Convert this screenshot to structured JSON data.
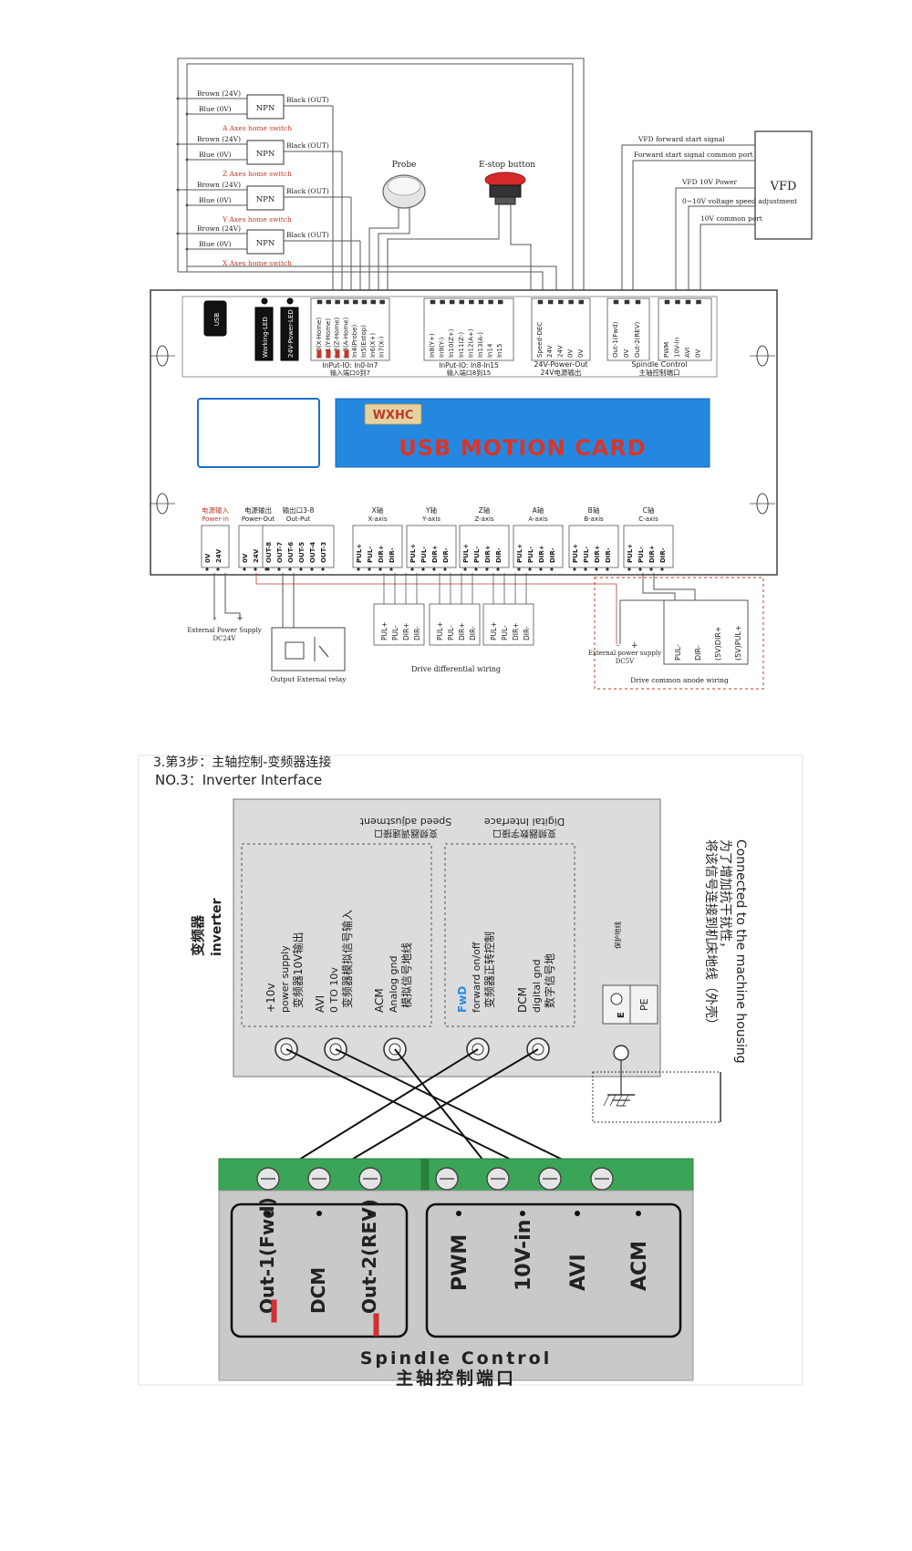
{
  "wiring_diagram": {
    "home_switches": [
      {
        "brown": "Brown (24V)",
        "blue": "Blue (0V)",
        "npn": "NPN",
        "black": "Black (OUT)",
        "label": "A Axes home switch"
      },
      {
        "brown": "Brown (24V)",
        "blue": "Blue (0V)",
        "npn": "NPN",
        "black": "Black (OUT)",
        "label": "Z Axes home switch"
      },
      {
        "brown": "Brown (24V)",
        "blue": "Blue (0V)",
        "npn": "NPN",
        "black": "Black (OUT)",
        "label": "Y Axes home switch"
      },
      {
        "brown": "Brown (24V)",
        "blue": "Blue (0V)",
        "npn": "NPN",
        "black": "Black (OUT)",
        "label": "X Axes home switch"
      }
    ],
    "probe_label": "Probe",
    "estop_label": "E-stop button",
    "vfd": {
      "box_label": "VFD",
      "fwd_signal": "VFD forward start signal",
      "fwd_common": "Forward start signal common port",
      "power_10v": "VFD 10V Power",
      "voltage_adj": "0~10V voltage speed adjustment",
      "common_port": "10V common port"
    },
    "card": {
      "usb": "USB",
      "working_led": "Working-LED",
      "power_led": "24V-Power-LED",
      "input_pins_1": [
        "In0(X-Home)",
        "In1(Y-Home)",
        "In2(Z-Home)",
        "In3(A-Home)",
        "In4(Probe)",
        "In5(Estop)",
        "In6(X+)",
        "In7(X-)"
      ],
      "input_block_1_label": "InPut-IO: In0-In7",
      "input_block_1_cn": "输入端口0到7",
      "input_pins_2": [
        "In8(Y+)",
        "In9(Y-)",
        "In10(Z+)",
        "In11(Z-)",
        "In12(A+)",
        "In13(A-)",
        "In14",
        "In15"
      ],
      "input_block_2_label": "InPut-IO: In8-In15",
      "input_block_2_cn": "输入端口8到15",
      "power_out_pins": [
        "Speed-DEC",
        "24V",
        "24V",
        "0V",
        "0V"
      ],
      "power_out_label": "24V-Power-Out",
      "power_out_cn": "24V电源输出",
      "spindle_pins_1": [
        "Out-1(Fwd)",
        "0V",
        "Out-2(REV)"
      ],
      "spindle_pins_2": [
        "PWM",
        "10V-in",
        "AVI",
        "0V"
      ],
      "spindle_label": "Spindle Control",
      "spindle_cn": "主轴控制端口",
      "brand": "WXHC",
      "banner": "USB MOTION CARD",
      "bottom_groups": [
        {
          "cn": "电源输入",
          "en": "Power-in",
          "pins": [
            "0V",
            "24V"
          ]
        },
        {
          "cn": "电源输出",
          "en": "Power-Out",
          "pins": [
            "0V",
            "24V",
            "24V"
          ]
        },
        {
          "cn": "输出口3-8",
          "en": "Out-Put",
          "pins": [
            "OUT-8",
            "OUT-7",
            "OUT-6",
            "OUT-5",
            "OUT-4",
            "OUT-3"
          ]
        },
        {
          "cn": "X轴",
          "en": "X-axis",
          "pins": [
            "PUL+",
            "PUL-",
            "DIR+",
            "DIR-"
          ]
        },
        {
          "cn": "Y轴",
          "en": "Y-axis",
          "pins": [
            "PUL+",
            "PUL-",
            "DIR+",
            "DIR-"
          ]
        },
        {
          "cn": "Z轴",
          "en": "Z-axis",
          "pins": [
            "PUL+",
            "PUL-",
            "DIR+",
            "DIR-"
          ]
        },
        {
          "cn": "A轴",
          "en": "A-axis",
          "pins": [
            "PUL+",
            "PUL-",
            "DIR+",
            "DIR-"
          ]
        },
        {
          "cn": "B轴",
          "en": "B-axis",
          "pins": [
            "PUL+",
            "PUL-",
            "DIR+",
            "DIR-"
          ]
        },
        {
          "cn": "C轴",
          "en": "C-axis",
          "pins": [
            "PUL+",
            "PUL-",
            "DIR+",
            "DIR-"
          ]
        }
      ]
    },
    "ext_power_sign_minus": "-",
    "ext_power_sign_plus": "+",
    "ext_power_label": "External Power Supply",
    "ext_power_sub": "DC24V",
    "relay_label": "Output External relay",
    "driver_pins": [
      "PUL+",
      "PUL-",
      "DIR+",
      "DIR-"
    ],
    "diff_label": "Drive differential wiring",
    "anode_pins": [
      "PUL-",
      "DIR-",
      "(5V)DIR+",
      "(5V)PUL+"
    ],
    "ext5_label": "External power supply",
    "ext5_sub": "DC5V",
    "anode_label": "Drive common anode wiring"
  },
  "inverter": {
    "step_title": "3.第3步：主轴控制-变频器连接",
    "step_subtitle": "NO.3：Inverter Interface",
    "speed_adj_en": "Speed adjustment",
    "speed_adj_cn": "变频器调速接口",
    "digital_en": "Digital Interface",
    "digital_cn": "变频器数字接口",
    "inverter_cn": "变频器",
    "inverter_en": "inverter",
    "terminals": [
      {
        "name": "+10v",
        "en": "power supply",
        "cn": "变频器10V输出"
      },
      {
        "name": "AVI",
        "en": "0 TO 10v",
        "cn": "变频器模拟信号输入"
      },
      {
        "name": "ACM",
        "en": "Analog gnd",
        "cn": "模拟信号地线"
      },
      {
        "name": "FwD",
        "en": "forward on/off",
        "cn": "变频器正转控制"
      },
      {
        "name": "DCM",
        "en": "digital gnd",
        "cn": "数字信号地"
      }
    ],
    "pe_cn": "保护地线",
    "pe_e": "E",
    "pe_label": "PE",
    "note_en": "Connected to the machine housing",
    "note_cn1": "为了增加抗干扰性，",
    "note_cn2": "将该信号连接到机床地线（外壳）",
    "photo_left": [
      "Out-1(Fwd)",
      "DCM",
      "Out-2(REV)"
    ],
    "photo_right": [
      "PWM",
      "10V-in",
      "AVI",
      "ACM"
    ],
    "spindle_en": "Spindle Control",
    "spindle_cn": "主轴控制端口"
  }
}
